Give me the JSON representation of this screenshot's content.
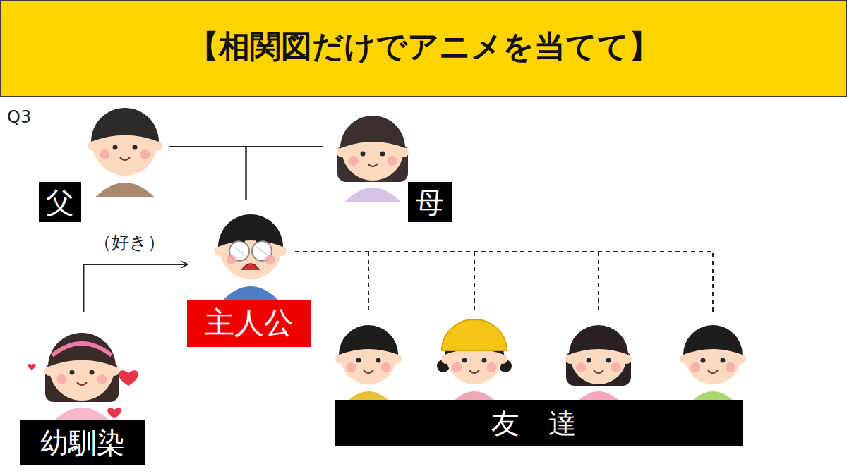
{
  "diagram": {
    "title": "【相関図だけでアニメを当てて】",
    "nodes": [
      {
        "text": [
          "父"
        ]
      },
      {
        "text": [
          "母"
        ]
      },
      {
        "text": [
          "主人公"
        ]
      },
      {
        "text": [
          "幼馴染"
        ]
      },
      {
        "text": [
          "友 達"
        ]
      }
    ],
    "edges": [
      {
        "from": 0,
        "to": 2,
        "arrow": "none"
      },
      {
        "from": 1,
        "to": 2,
        "arrow": "none"
      },
      {
        "from": 3,
        "to": 2,
        "arrow": "to",
        "label": "（好き）"
      },
      {
        "from": 2,
        "to": 4,
        "arrow": "none"
      }
    ],
    "labels": [
      "Q3"
    ]
  }
}
